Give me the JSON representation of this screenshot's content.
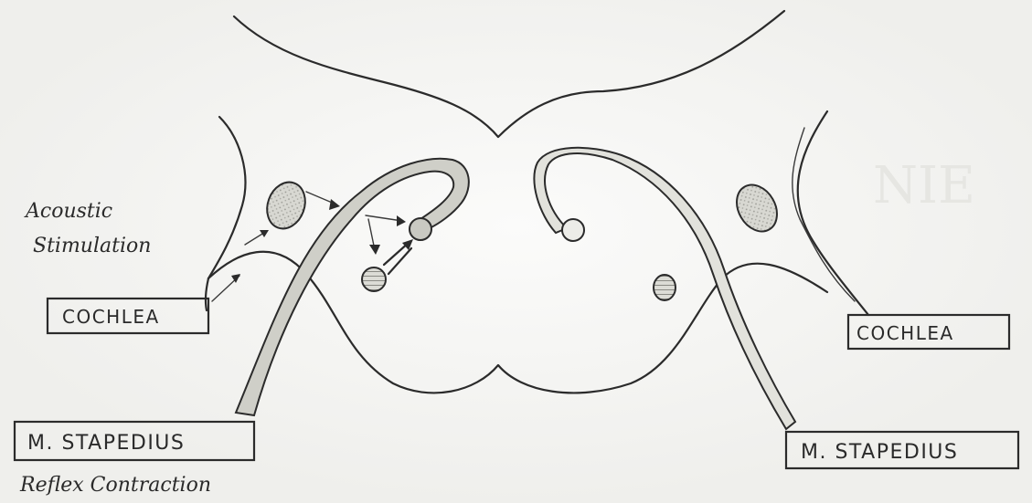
{
  "labels": {
    "acoustic_line1": "Acoustic",
    "acoustic_line2": "Stimulation",
    "cochlea_left": "COCHLEA",
    "cochlea_right": "COCHLEA",
    "stapedius_left": "M. STAPEDIUS",
    "stapedius_right": "M. STAPEDIUS",
    "reflex": "Reflex Contraction"
  }
}
